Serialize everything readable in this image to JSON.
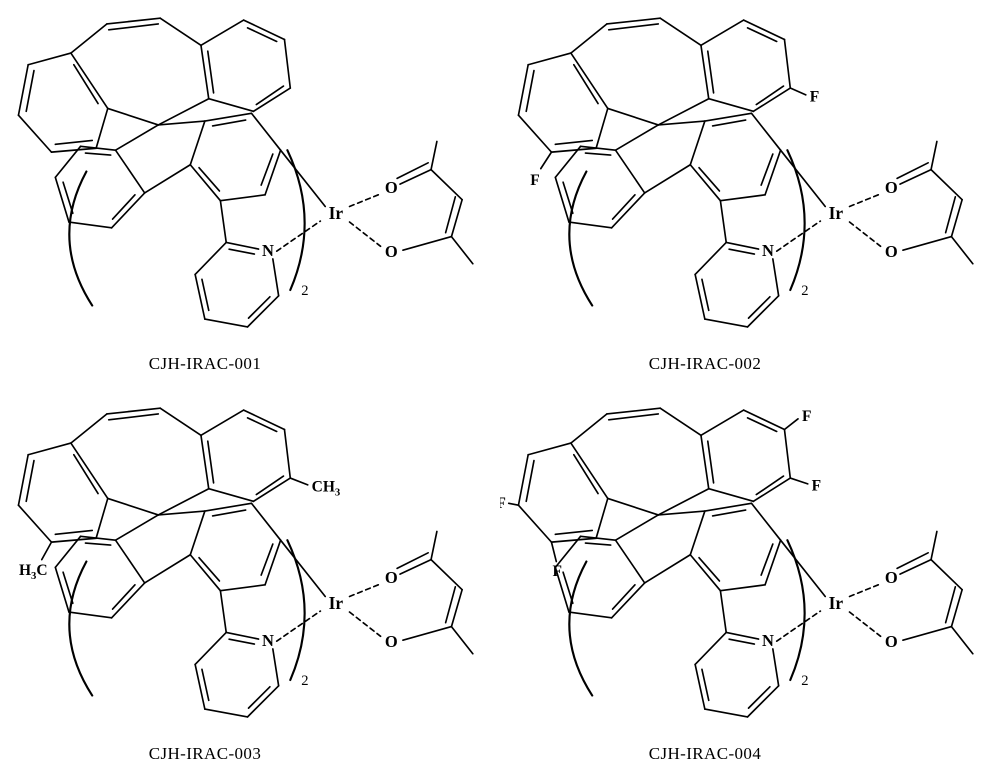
{
  "figure": {
    "kind": "chemical-structure-figure",
    "panel_count": "4"
  },
  "atoms": {
    "nitrogen": "N",
    "iridium": "Ir",
    "oxygen": "O"
  },
  "ligand_multiplicity": "2",
  "compounds": [
    {
      "label": "CJH-IRAC-001",
      "substituents": {}
    },
    {
      "label": "CJH-IRAC-002",
      "substituents": {
        "right": "F",
        "left": "F"
      }
    },
    {
      "label": "CJH-IRAC-003",
      "substituents": {
        "right_main": "CH",
        "right_sub": "3",
        "left_pre": "H",
        "left_sub": "3",
        "left_post": "C"
      }
    },
    {
      "label": "CJH-IRAC-004",
      "substituents": {
        "right_top": "F",
        "right_side": "F",
        "left_top": "F",
        "left_bottom": "F"
      }
    }
  ]
}
